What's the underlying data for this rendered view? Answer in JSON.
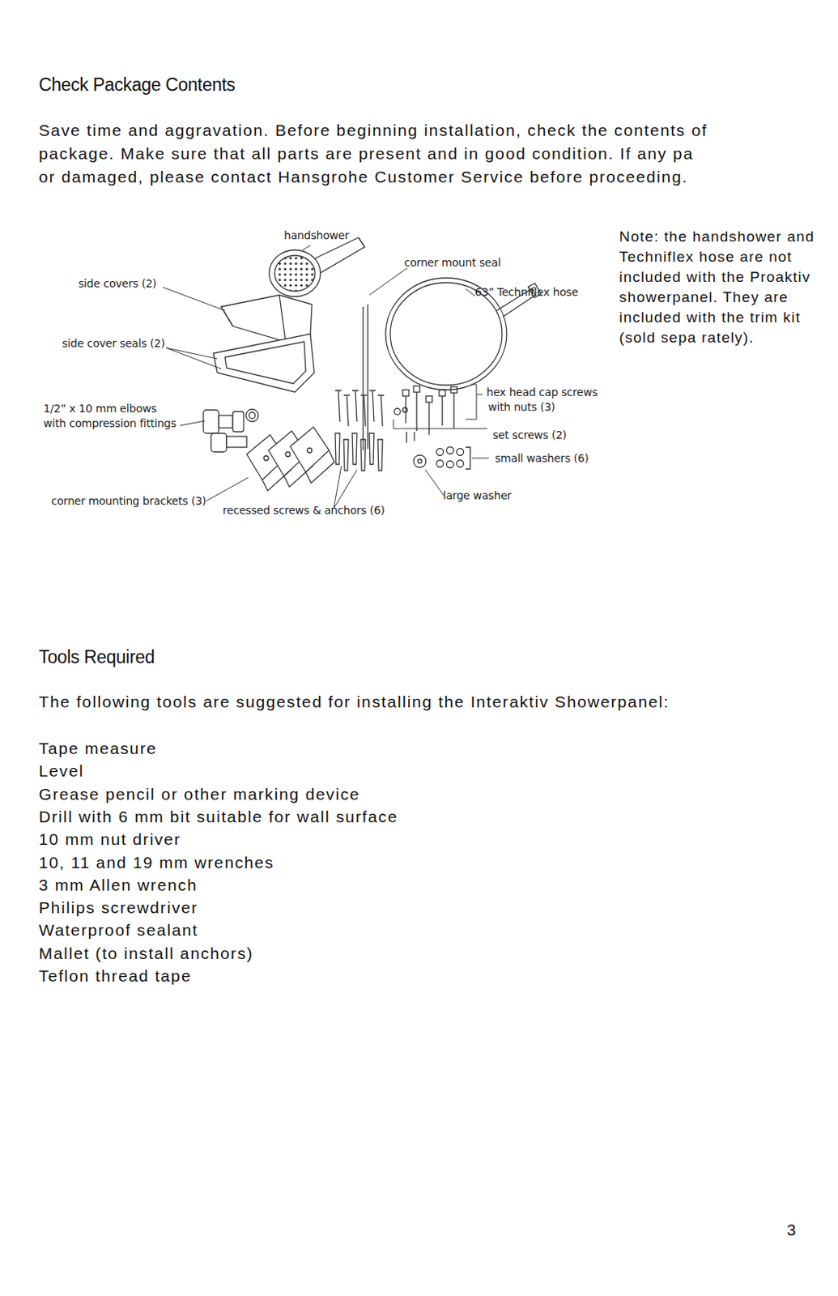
{
  "diagram": {
    "title": "Check Package Contents",
    "labels": [
      "Save time and aggravation.  Before beginning installation, check the contents of",
      "package.  Make sure that all parts are present and in good condition.  If any pa",
      "or damaged, please contact Hansgrohe Customer Service before proceeding.",
      "handshower",
      "corner mount seal",
      "side covers (2)",
      "63” Techniflex hose",
      "side cover seals (2)",
      "1/2” x 10 mm elbows",
      "with compression fittings",
      "hex head cap screws",
      "with nuts (3)",
      "set screws (2)",
      "small washers (6)",
      "large washer",
      "corner mounting brackets (3)",
      "recessed screws & anchors (6)",
      "Note:  the handshower and Techniflex hose are not included with the Proaktiv showerpanel. They are included with the trim kit (sold sepa rately).",
      "Tools Required",
      "The following tools are suggested for installing the Interaktiv Showerpanel:",
      "Tape measure",
      "Level",
      "Grease pencil or other marking device",
      "Drill with 6 mm bit suitable for wall surface",
      "10 mm nut driver",
      "10, 11 and 19 mm wrenches",
      "3 mm Allen wrench",
      "Philips screwdriver",
      "Waterproof sealant",
      "Mallet (to install anchors)",
      "Teflon thread tape",
      "3"
    ]
  }
}
